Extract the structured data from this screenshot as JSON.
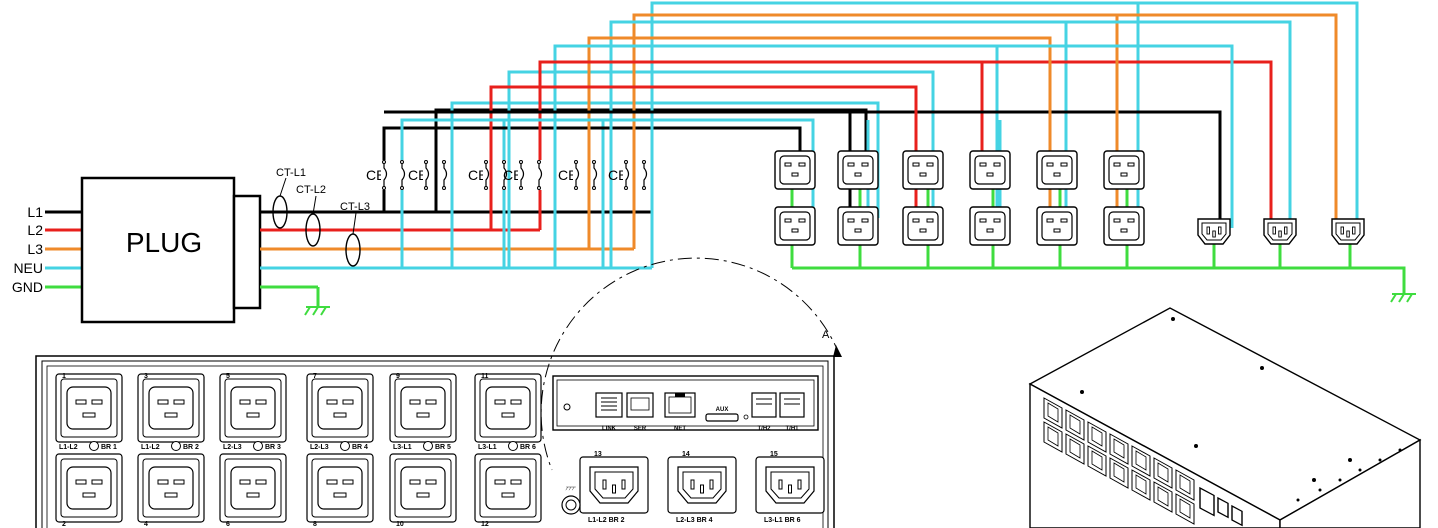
{
  "colors": {
    "l1": "#000000",
    "l2": "#e8201c",
    "l3": "#ef8a2a",
    "neu": "#45d3e3",
    "gnd": "#3fdc3f"
  },
  "schematic": {
    "inputs": [
      "L1",
      "L2",
      "L3",
      "NEU",
      "GND"
    ],
    "plug_label": "PLUG",
    "ct_labels": [
      "CT-L1",
      "CT-L2",
      "CT-L3"
    ],
    "breaker_labels": [
      "CB",
      "CB",
      "CB",
      "CB",
      "CB",
      "CB"
    ]
  },
  "rear_panel": {
    "outlet_numbers_top": [
      "1",
      "3",
      "5",
      "7",
      "9",
      "11"
    ],
    "outlet_numbers_bottom": [
      "2",
      "4",
      "6",
      "8",
      "10",
      "12"
    ],
    "bank_labels": [
      {
        "pair": "L1-L2",
        "bank": "BR 1"
      },
      {
        "pair": "L1-L2",
        "bank": "BR 2"
      },
      {
        "pair": "L2-L3",
        "bank": "BR 3"
      },
      {
        "pair": "L2-L3",
        "bank": "BR 4"
      },
      {
        "pair": "L3-L1",
        "bank": "BR 5"
      },
      {
        "pair": "L3-L1",
        "bank": "BR 6"
      }
    ],
    "c13_outlets": [
      {
        "num": "13",
        "pair": "L1-L2",
        "bank": "BR 2"
      },
      {
        "num": "14",
        "pair": "L2-L3",
        "bank": "BR 4"
      },
      {
        "num": "15",
        "pair": "L3-L1",
        "bank": "BR 6"
      }
    ],
    "ports": [
      "LINK",
      "SER",
      "NET",
      "AUX",
      "T/H2",
      "T/H1"
    ],
    "detail_marker": "A"
  }
}
